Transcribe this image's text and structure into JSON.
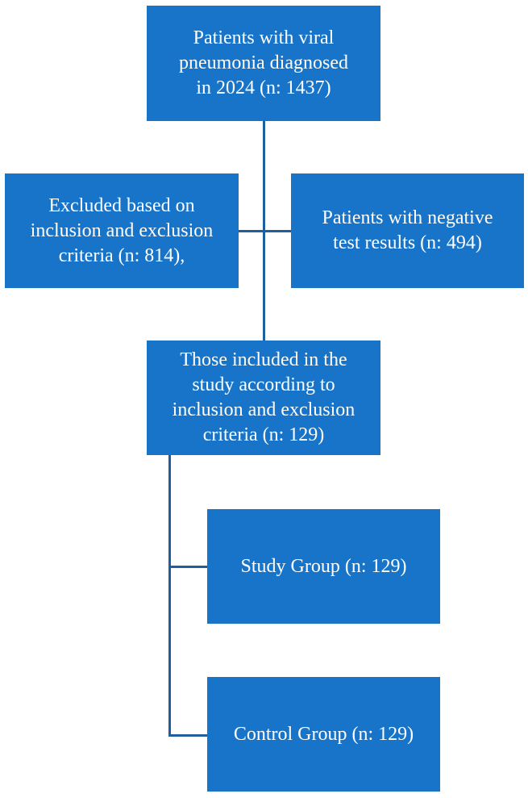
{
  "flowchart": {
    "nodes": {
      "top": "Patients with viral\npneumonia diagnosed\nin 2024 (n: 1437)",
      "excluded": "Excluded based on\ninclusion and exclusion\ncriteria (n: 814),",
      "negative": "Patients with negative\ntest results (n: 494)",
      "included": "Those included in the\nstudy according to\ninclusion and exclusion\ncriteria (n: 129)",
      "study": "Study Group (n: 129)",
      "control": "Control Group (n: 129)"
    },
    "colors": {
      "box_fill": "#1874c9",
      "box_text": "#ffffff",
      "connector": "#1f5f9f"
    }
  }
}
